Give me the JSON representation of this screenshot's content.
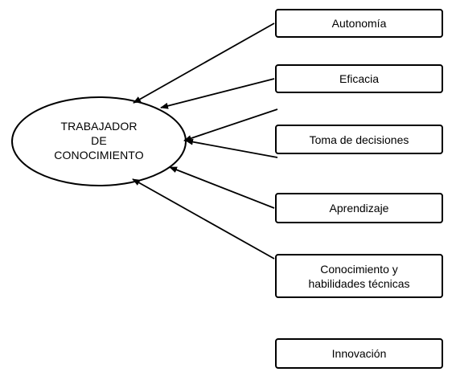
{
  "center_node": {
    "lines": [
      "TRABAJADOR",
      "DE",
      "CONOCIMIENTO"
    ]
  },
  "boxes": [
    {
      "label": "Autonomía"
    },
    {
      "label": "Eficacia"
    },
    {
      "label": "Toma de decisiones"
    },
    {
      "label": "Aprendizaje"
    },
    {
      "label": "Conocimiento y\nhabilidades técnicas"
    },
    {
      "label": "Innovación"
    }
  ]
}
